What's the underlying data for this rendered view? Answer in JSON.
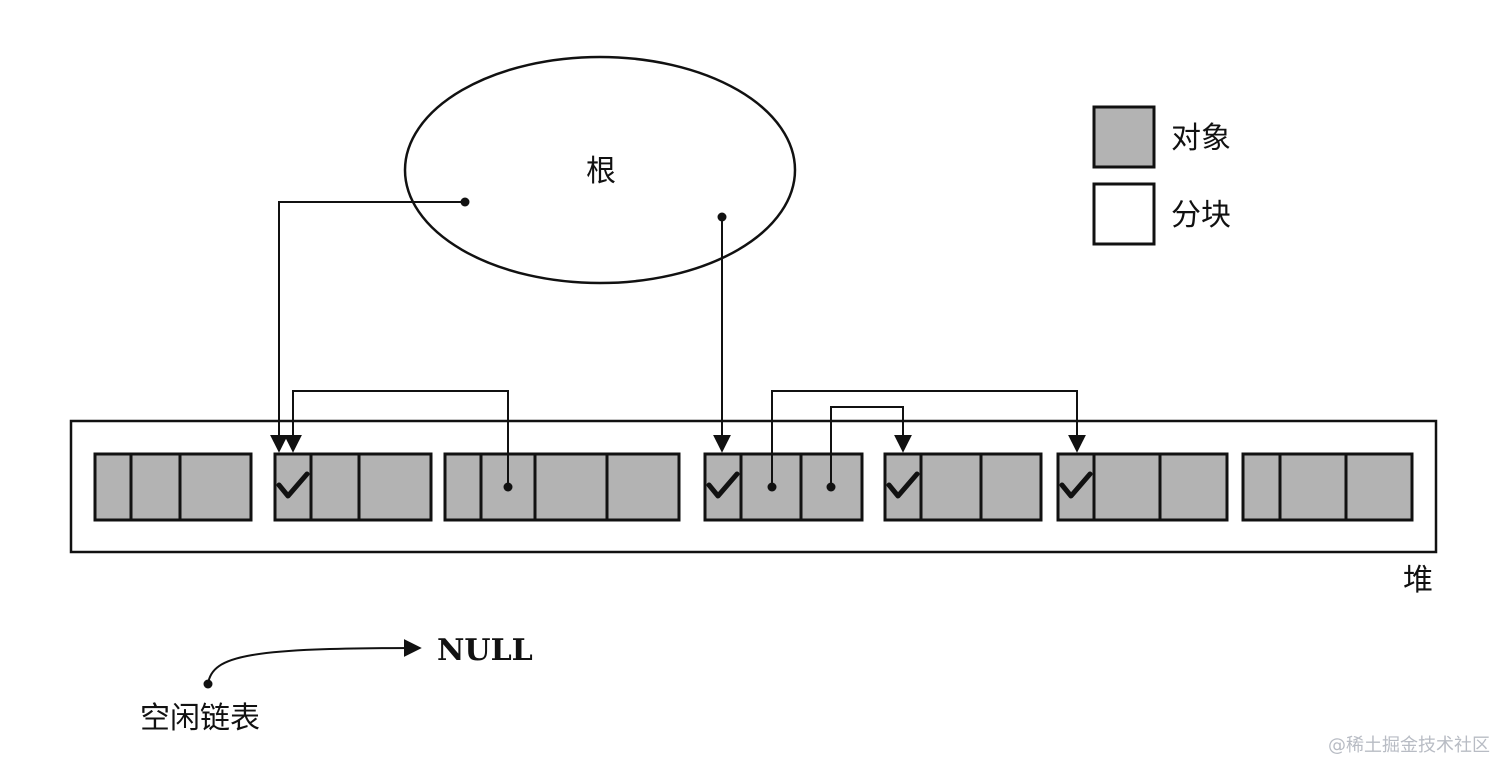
{
  "labels": {
    "root": "根",
    "heap": "堆",
    "null": "NULL",
    "free_list": "空闲链表",
    "watermark": "@稀土掘金技术社区"
  },
  "legend": {
    "items": [
      {
        "label": "对象",
        "fill": "#b3b3b3"
      },
      {
        "label": "分块",
        "fill": "#ffffff"
      }
    ]
  },
  "colors": {
    "object": "#b3b3b3",
    "chunk": "#ffffff",
    "stroke": "#111111"
  },
  "heap_blocks": [
    {
      "marked": false
    },
    {
      "marked": true
    },
    {
      "marked": false
    },
    {
      "marked": true
    },
    {
      "marked": true
    },
    {
      "marked": true
    },
    {
      "marked": false
    }
  ]
}
